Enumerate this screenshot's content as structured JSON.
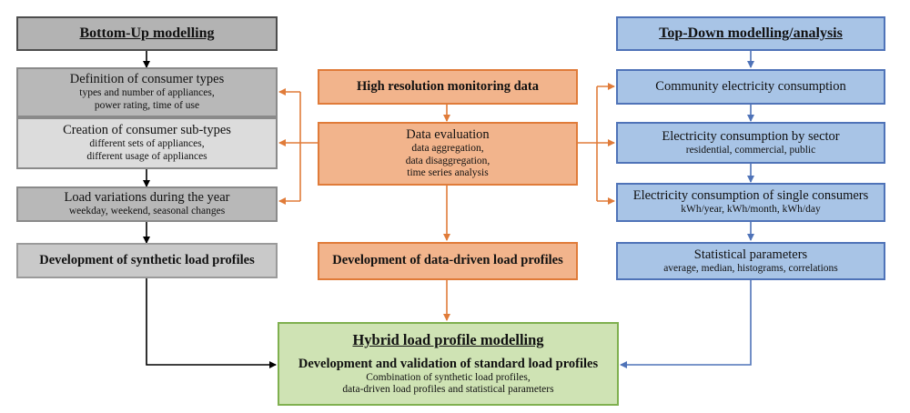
{
  "bottom_up": {
    "header": "Bottom-Up modelling",
    "consumer_types": {
      "title": "Definition of consumer types",
      "sub1": "types and number of appliances,",
      "sub2": "power rating, time of use"
    },
    "sub_types": {
      "title": "Creation of consumer sub-types",
      "sub1": "different sets of appliances,",
      "sub2": "different usage of appliances"
    },
    "load_variations": {
      "title": "Load variations during the year",
      "sub1": "weekday, weekend, seasonal changes"
    },
    "synthetic": "Development of synthetic load profiles"
  },
  "center": {
    "monitoring": "High resolution monitoring data",
    "evaluation": {
      "title": "Data evaluation",
      "sub1": "data aggregation,",
      "sub2": "data disaggregation,",
      "sub3": "time series analysis"
    },
    "data_driven": "Development of data-driven load profiles"
  },
  "top_down": {
    "header": "Top-Down modelling/analysis",
    "community": "Community electricity consumption",
    "by_sector": {
      "title": "Electricity consumption by sector",
      "sub1": "residential, commercial, public"
    },
    "single": {
      "title": "Electricity consumption of single consumers",
      "sub1": "kWh/year, kWh/month, kWh/day"
    },
    "statistical": {
      "title": "Statistical parameters",
      "sub1": "average, median, histograms, correlations"
    }
  },
  "hybrid": {
    "header": "Hybrid load profile modelling",
    "title": "Development and validation of standard load profiles",
    "sub1": "Combination of synthetic load profiles,",
    "sub2": "data-driven load profiles and statistical parameters"
  },
  "colors": {
    "gray_border": "#4d4d4d",
    "orange": "#e07b39",
    "blue": "#4f73b8",
    "green": "#7fb04f"
  }
}
